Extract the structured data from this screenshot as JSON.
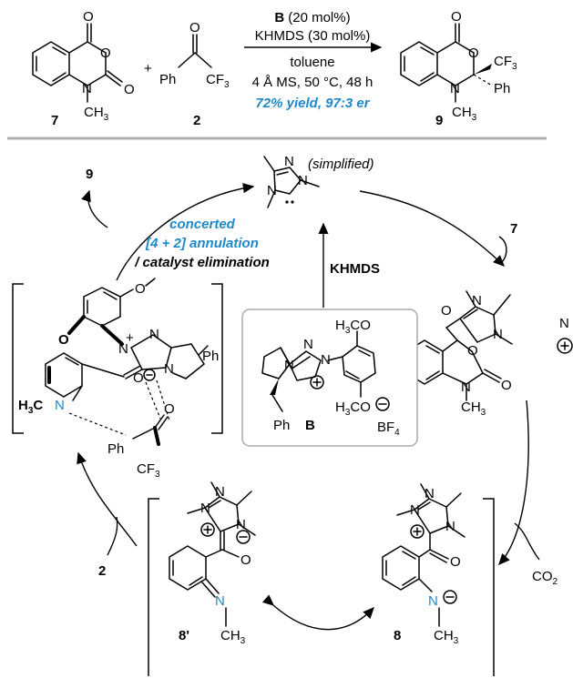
{
  "top_reaction": {
    "reactant1_label": "7",
    "reactant2_label": "2",
    "product_label": "9",
    "plus": "+",
    "reagent_B": "B",
    "reagent_B_loading": "(20 mol%)",
    "base": "KHMDS (30 mol%)",
    "solvent": "toluene",
    "conditions": "4 Å MS, 50 °C, 48 h",
    "result": "72% yield, 97:3 er"
  },
  "atoms": {
    "O": "O",
    "N": "N",
    "CH3": "CH",
    "sub3": "3",
    "Ph": "Ph",
    "CF3": "CF",
    "H3C": "H",
    "H3C_tail": "C",
    "OMe": "CO",
    "BF4": "BF",
    "sub4": "4",
    "CO2": "CO",
    "sub2": "2"
  },
  "cycle": {
    "carbene_note": "(simplified)",
    "base_label": "KHMDS",
    "catalyst_label": "B",
    "step_7": "7",
    "step_9": "9",
    "step_2": "2",
    "byproduct": "CO",
    "annulation_line1": "concerted",
    "annulation_line2": "[4 + 2] annulation",
    "annulation_line3": "/ catalyst elimination",
    "int_8": "8",
    "int_8prime": "8'"
  },
  "colors": {
    "accent_blue": "#1e88c8",
    "divider_gray": "#b0b0b0",
    "box_gray": "#aaaaaa"
  }
}
